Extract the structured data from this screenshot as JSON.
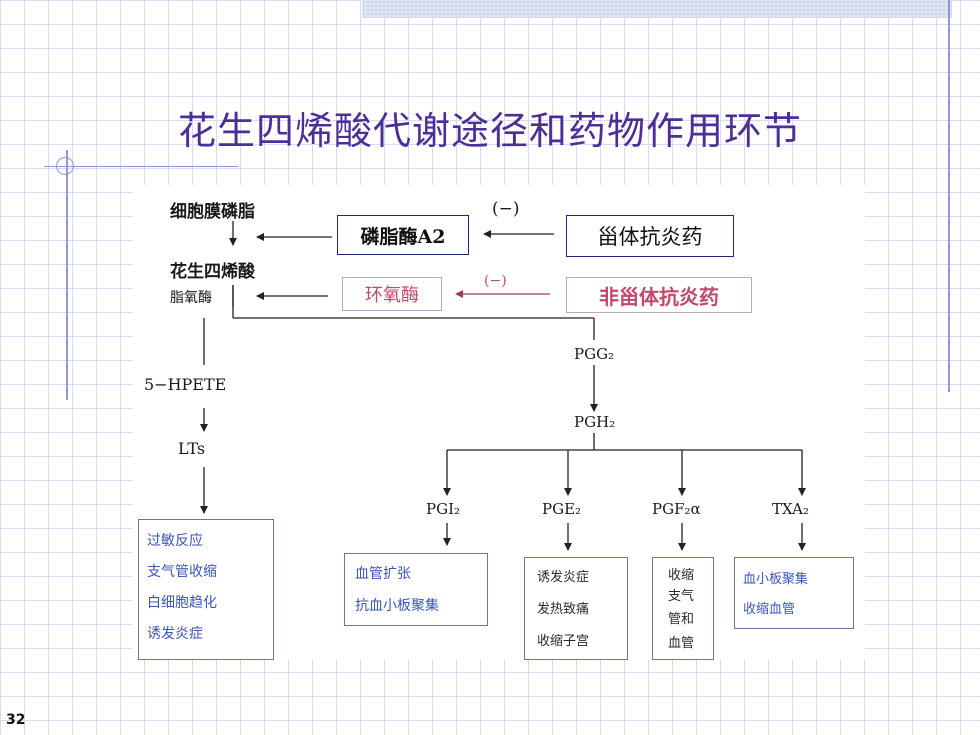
{
  "slide": {
    "title": "花生四烯酸代谢途径和药物作用环节",
    "page_number": "32"
  },
  "diagram": {
    "membrane": "细胞膜磷脂",
    "arachidonic_acid": "花生四烯酸",
    "lipoxygenase": "脂氧酶",
    "phospholipase_box": "磷脂酶A2",
    "steroid_box": "甾体抗炎药",
    "cyclooxygenase_box": "环氧酶",
    "nsaid_box": "非甾体抗炎药",
    "inhibit_label_1": "(−)",
    "inhibit_label_2": "(−)",
    "hpete": "5−HPETE",
    "lts": "LTs",
    "pgg2": "PGG₂",
    "pgh2": "PGH₂",
    "pgi2": "PGI₂",
    "pge2": "PGE₂",
    "pgf2a": "PGF₂α",
    "txa2": "TXA₂",
    "lts_effects": [
      "过敏反应",
      "支气管收缩",
      "白细胞趋化",
      "诱发炎症"
    ],
    "pgi2_effects": [
      "血管扩张",
      "抗血小板聚集"
    ],
    "pge2_effects": [
      "诱发炎症",
      "发热致痛",
      "收缩子宫"
    ],
    "pgf2a_effects": [
      "收缩",
      "支气",
      "管和",
      "血管"
    ],
    "txa2_effects": [
      "血小板聚集",
      "收缩血管"
    ]
  },
  "colors": {
    "title": "#4b2f97",
    "pink_text": "#c04a6a",
    "effect_blue": "#3b55b8",
    "effect_dark": "#2a2a2a",
    "grid": "#d6dcef"
  }
}
